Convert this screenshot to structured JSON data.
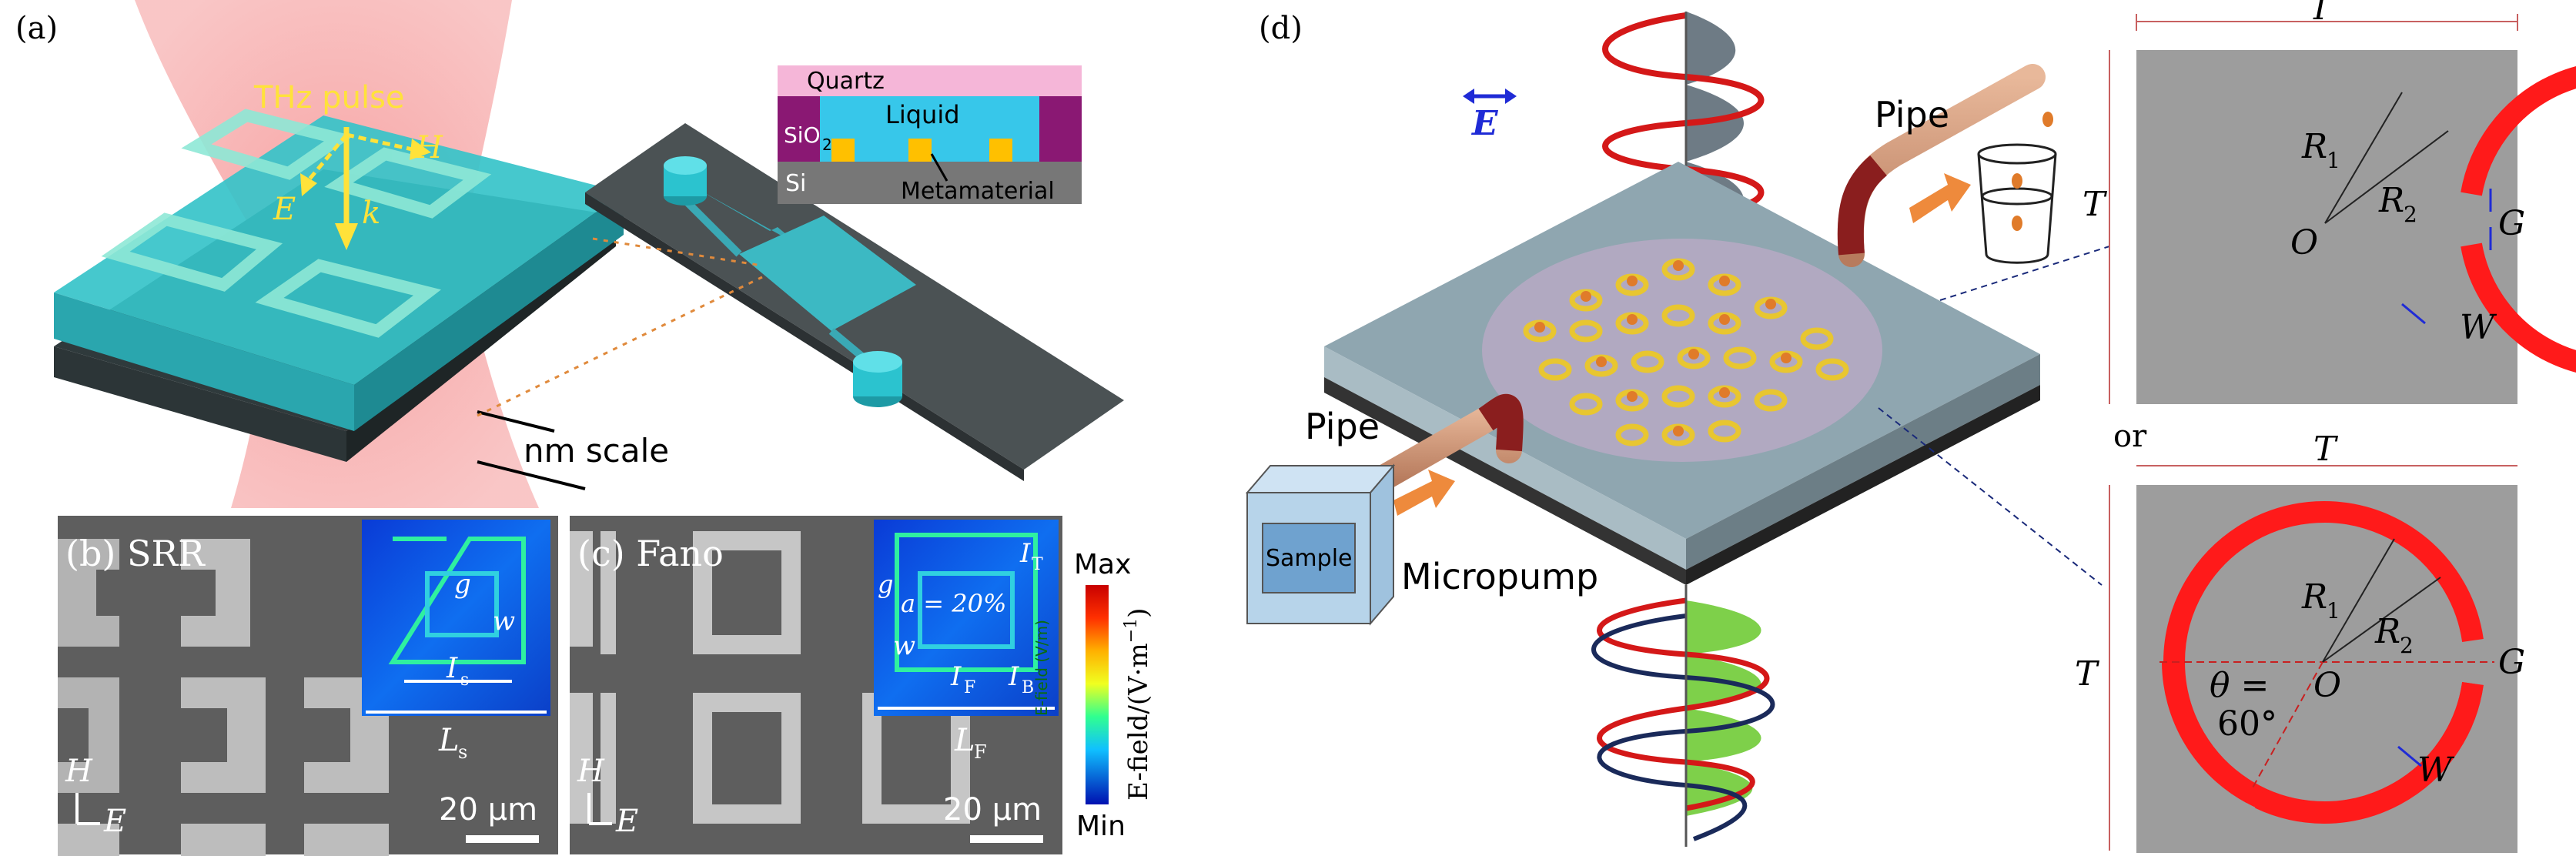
{
  "panels": {
    "a": {
      "label": "(a)",
      "beam_label": "THz pulse",
      "field_H": "H",
      "field_E": "E",
      "field_k": "k",
      "scale_label": "nm scale",
      "inset": {
        "quartz": "Quartz",
        "sio2": "SiO",
        "sio2_sub": "2",
        "liquid": "Liquid",
        "si": "Si",
        "metamaterial": "Metamaterial"
      }
    },
    "b": {
      "label": "(b) SRR",
      "g": "g",
      "w": "w",
      "Is": "I",
      "Is_sub": "s",
      "Ls": "L",
      "Ls_sub": "s",
      "axis_H": "H",
      "axis_E": "E",
      "scalebar": "20 μm"
    },
    "c": {
      "label": "(c) Fano",
      "IT": "I",
      "IT_sub": "T",
      "g": "g",
      "a_label": "a = 20%",
      "w": "w",
      "IF": "I",
      "IF_sub": "F",
      "IB": "I",
      "IB_sub": "B",
      "LF": "L",
      "LF_sub": "F",
      "axis_H": "H",
      "axis_E": "E",
      "scalebar": "20 μm"
    },
    "colorbar": {
      "max": "Max",
      "min": "Min",
      "title": "E-field/(V·m",
      "title_sup": "−1",
      "title_end": ")",
      "inner_label": "E-field (V/m)"
    },
    "d": {
      "label": "(d)",
      "E_label": "E",
      "pipe_top": "Pipe",
      "pipe_bottom": "Pipe",
      "sample": "Sample",
      "micropump": "Micropump"
    },
    "ring_top": {
      "I": "I",
      "T": "T",
      "R1": "R",
      "R1_sub": "1",
      "R2": "R",
      "R2_sub": "2",
      "O": "O",
      "G": "G",
      "W": "W"
    },
    "or_label": "or",
    "ring_bottom": {
      "T_top": "T",
      "T_left": "T",
      "R1": "R",
      "R1_sub": "1",
      "R2": "R",
      "R2_sub": "2",
      "O": "O",
      "G": "G",
      "W": "W",
      "theta": "θ =",
      "theta_val": "60°"
    }
  },
  "colors": {
    "beam": "#f26d6d",
    "device_cyan": "#3cc7cf",
    "ring_red": "#ff0000",
    "panel_gray": "#9d9d9d",
    "yellow_text": "#ffe23a",
    "blue_arrow": "#1f2bd6"
  }
}
